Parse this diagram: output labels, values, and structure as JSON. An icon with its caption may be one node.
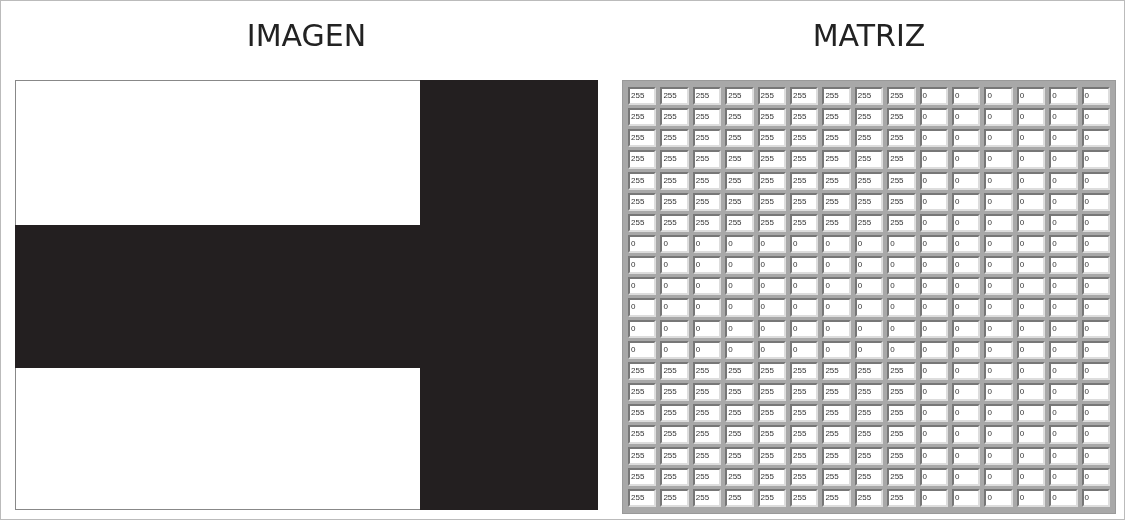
{
  "diagram": {
    "labels": [
      "IMAGEN",
      "MATRIZ",
      "255",
      "255",
      "255",
      "255",
      "255",
      "255",
      "255",
      "255",
      "255",
      "0",
      "0",
      "0",
      "0",
      "0",
      "0",
      "255",
      "255",
      "255",
      "255",
      "255",
      "255",
      "255",
      "255",
      "255",
      "0",
      "0",
      "0",
      "0",
      "0",
      "0",
      "255",
      "255",
      "255",
      "255",
      "255",
      "255",
      "255",
      "255",
      "255",
      "0",
      "0",
      "0",
      "0",
      "0",
      "0",
      "255",
      "255",
      "255",
      "255",
      "255",
      "255",
      "255",
      "255",
      "255",
      "0",
      "0",
      "0",
      "0",
      "0",
      "0",
      "255",
      "255",
      "255",
      "255",
      "255",
      "255",
      "255",
      "255",
      "255",
      "0",
      "0",
      "0",
      "0",
      "0",
      "0",
      "255",
      "255",
      "255",
      "255",
      "255",
      "255",
      "255",
      "255",
      "255",
      "0",
      "0",
      "0",
      "0",
      "0",
      "0",
      "255",
      "255",
      "255",
      "255",
      "255",
      "255",
      "255",
      "255",
      "255",
      "0",
      "0",
      "0",
      "0",
      "0",
      "0",
      "0",
      "0",
      "0",
      "0",
      "0",
      "0",
      "0",
      "0",
      "0",
      "0",
      "0",
      "0",
      "0",
      "0",
      "0",
      "0",
      "0",
      "0",
      "0",
      "0",
      "0",
      "0",
      "0",
      "0",
      "0",
      "0",
      "0",
      "0",
      "0",
      "0",
      "0",
      "0",
      "0",
      "0",
      "0",
      "0",
      "0",
      "0",
      "0",
      "0",
      "0",
      "0",
      "0",
      "0",
      "0",
      "0",
      "0",
      "0",
      "0",
      "0",
      "0",
      "0",
      "0",
      "0",
      "0",
      "0",
      "0",
      "0",
      "0",
      "0",
      "0",
      "0",
      "0",
      "0",
      "0",
      "0",
      "0",
      "0",
      "0",
      "0",
      "0",
      "0",
      "0",
      "0",
      "0",
      "0",
      "0",
      "0",
      "0",
      "0",
      "0",
      "0",
      "0",
      "0",
      "0",
      "0",
      "0",
      "0",
      "0",
      "0",
      "255",
      "255",
      "255",
      "255",
      "255",
      "255",
      "255",
      "255",
      "255",
      "0",
      "0",
      "0",
      "0",
      "0",
      "0",
      "255",
      "255",
      "255",
      "255",
      "255",
      "255",
      "255",
      "255",
      "255",
      "0",
      "0",
      "0",
      "0",
      "0",
      "0",
      "255",
      "255",
      "255",
      "255",
      "255",
      "255",
      "255",
      "255",
      "255",
      "0",
      "0",
      "0",
      "0",
      "0",
      "0",
      "255",
      "255",
      "255",
      "255",
      "255",
      "255",
      "255",
      "255",
      "255",
      "0",
      "0",
      "0",
      "0",
      "0",
      "0",
      "255",
      "255",
      "255",
      "255",
      "255",
      "255",
      "255",
      "255",
      "255",
      "0",
      "0",
      "0",
      "0",
      "0",
      "0",
      "255",
      "255",
      "255",
      "255",
      "255",
      "255",
      "255",
      "255",
      "255",
      "0",
      "0",
      "0",
      "0",
      "0",
      "0",
      "255",
      "255",
      "255",
      "255",
      "255",
      "255",
      "255",
      "255",
      "255",
      "0",
      "0",
      "0",
      "0",
      "0",
      "0"
    ]
  }
}
